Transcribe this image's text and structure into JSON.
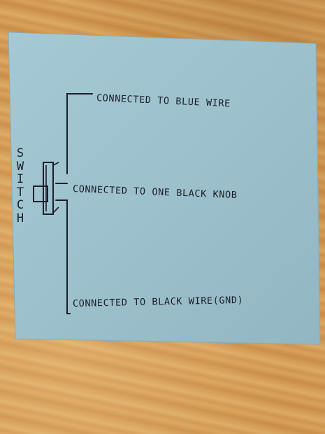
{
  "diagram": {
    "switch_label": "SWITCH",
    "connections": [
      {
        "id": "blue",
        "text": "CONNECTED TO BLUE WIRE"
      },
      {
        "id": "knob",
        "text": "CONNECTED TO ONE BLACK KNOB"
      },
      {
        "id": "ground",
        "text": "CONNECTED TO BLACK WIRE(GND)"
      }
    ]
  },
  "colors": {
    "paper": "#9ec3cf",
    "ink": "#1c1f2a",
    "table": "#d49c58"
  }
}
